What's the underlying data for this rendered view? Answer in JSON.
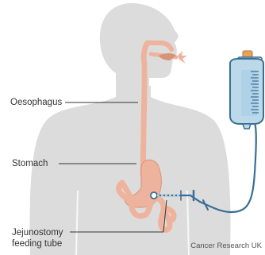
{
  "labels": {
    "oesophagus": "Oesophagus",
    "stomach": "Stomach",
    "jejunostomy_line1": "Jejunostomy",
    "jejunostomy_line2": "feeding tube"
  },
  "credit": "Cancer Research UK",
  "colors": {
    "body": "#dcdcdc",
    "organ": "#eeb39c",
    "organ_dark": "#d99178",
    "bag_fill": "#bcd9ea",
    "bag_outline": "#3a6f95",
    "bag_cap": "#e8a05a",
    "tube": "#3a6f95",
    "leader_line": "#333333",
    "text": "#333333"
  },
  "icons": {
    "bag": "feeding-bag-icon",
    "tube": "tube-icon"
  }
}
